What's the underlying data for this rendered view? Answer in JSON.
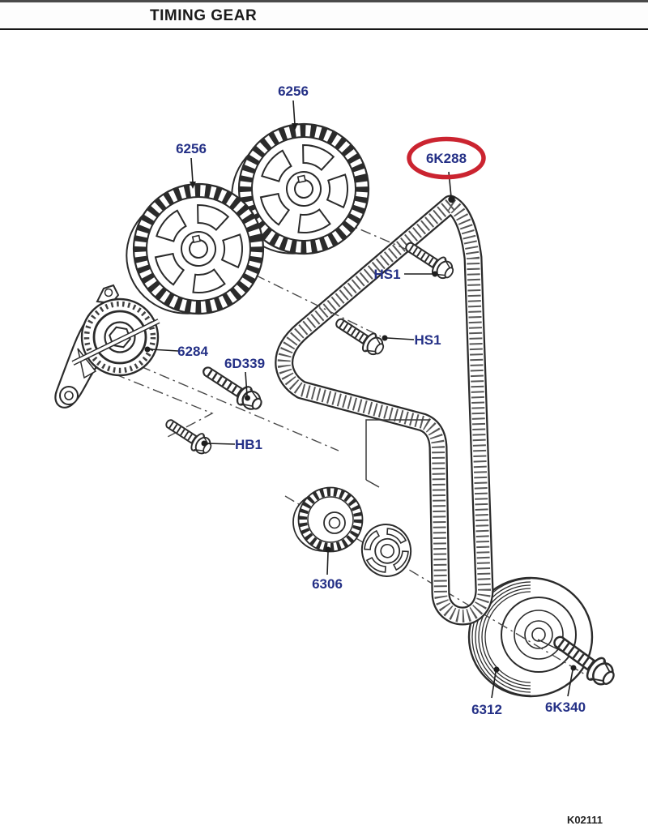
{
  "page": {
    "title": "TIMING GEAR",
    "diagram_code": "K02111"
  },
  "colors": {
    "background": "#ffffff",
    "line_art": "#2b2b2b",
    "callout_text": "#243086",
    "highlight_ring": "#cb2430",
    "header_text": "#1a1a1a"
  },
  "diagram": {
    "highlighted_part": "6K288",
    "callouts": [
      {
        "text": "6256"
      },
      {
        "text": "6256"
      },
      {
        "text": "6K288",
        "highlighted": true
      },
      {
        "text": "HS1"
      },
      {
        "text": "HS1"
      },
      {
        "text": "6284"
      },
      {
        "text": "6D339"
      },
      {
        "text": "HB1"
      },
      {
        "text": "6306"
      },
      {
        "text": "6312"
      },
      {
        "text": "6K340"
      }
    ]
  }
}
